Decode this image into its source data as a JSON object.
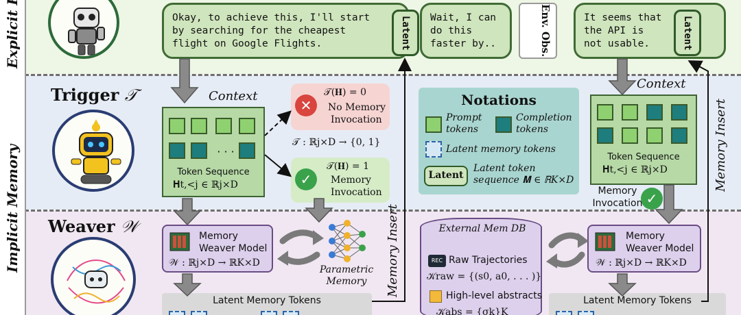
{
  "side_labels": {
    "explicit": "Explicit R",
    "implicit": "Implicit Memory"
  },
  "bubbles": {
    "b1": {
      "line1": "Okay, to achieve this, I'll start",
      "line2": "by searching for the cheapest",
      "line3": "flight on Google Flights."
    },
    "b2": {
      "line1": "Wait, I can",
      "line2": "do this",
      "line3": "faster by.."
    },
    "b3": {
      "line1": "It seems that",
      "line2": "the API is",
      "line3": "not usable."
    },
    "latent": "Latent"
  },
  "env_obs": "Env. Obs.",
  "trigger": {
    "title": "Trigger",
    "symbol": "𝒯"
  },
  "weaver": {
    "title": "Weaver",
    "symbol": "𝒲"
  },
  "context_label": "Context",
  "token_sequence": {
    "caption": "Token Sequence",
    "math": "𝐇t,<j ∈ ℝj×D",
    "ellipsis": "· · ·"
  },
  "decisions": {
    "no": {
      "eq": "𝒯(𝐇) = 0",
      "line1": "No Memory",
      "line2": "Invocation"
    },
    "yes": {
      "eq": "𝒯(𝐇) = 1",
      "line1": "Memory",
      "line2": "Invocation"
    },
    "map": "𝒯 : ℝj×D → {0, 1}"
  },
  "notations": {
    "title": "Notations",
    "prompt": [
      "Prompt",
      "tokens"
    ],
    "completion": [
      "Completion",
      "tokens"
    ],
    "latent_memory": "Latent memory tokens",
    "latent_pill": "Latent",
    "latent_seq": [
      "Latent token",
      "sequence 𝐌 ∈ ℝK×D"
    ]
  },
  "memory_invocation": [
    "Memory",
    "Invocation"
  ],
  "memory_insert": "Memory Insert",
  "weaver_model": {
    "line1": "Memory",
    "line2": "Weaver Model",
    "math": "𝒲 : ℝj×D → ℝK×D"
  },
  "parametric": [
    "Parametric",
    "Memory"
  ],
  "latent_tokens_label": "Latent Memory Tokens",
  "external_db": {
    "title": "External Mem DB",
    "rec": "REC",
    "raw": "Raw Trajectories",
    "raw_math": "𝒦raw = {(s0, a0, . . . )}",
    "abstracts": "High-level abstracts",
    "abs_math": "𝒦abs = {σk}K"
  },
  "colors": {
    "prompt_token": "#8fd171",
    "completion_token": "#1e7d7d",
    "bubble": "#cfe5bd",
    "notation_bg": "#a9d5d0",
    "weaver_bg": "#ddd0ec",
    "no_bg": "#f6d4d2",
    "yes_bg": "#d5ecc7"
  },
  "icons": [
    "robot-avatar-icon",
    "cross-circle-icon",
    "check-circle-icon",
    "neural-network-icon",
    "circular-arrows-icon",
    "rec-icon",
    "sticky-note-icon",
    "memory-chip-icon"
  ]
}
